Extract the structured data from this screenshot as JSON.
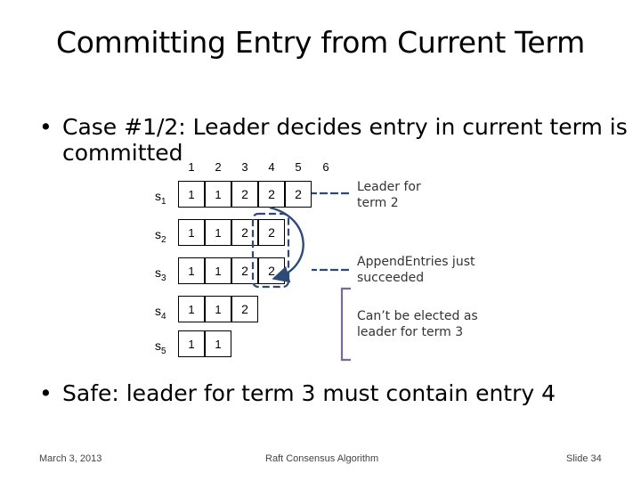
{
  "slide": {
    "title": "Committing Entry from Current Term",
    "bullets": [
      {
        "line1": "Case #1/2: Leader decides entry in current term is",
        "line2": "committed"
      },
      {
        "line1": "Safe: leader for term 3 must contain entry 4"
      }
    ],
    "bullet_char": "•"
  },
  "diagram": {
    "log_indices": [
      "1",
      "2",
      "3",
      "4",
      "5",
      "6"
    ],
    "servers": [
      {
        "base": "s",
        "sub": "1",
        "entries": [
          "1",
          "1",
          "2",
          "2",
          "2"
        ]
      },
      {
        "base": "s",
        "sub": "2",
        "entries": [
          "1",
          "1",
          "2",
          "2"
        ]
      },
      {
        "base": "s",
        "sub": "3",
        "entries": [
          "1",
          "1",
          "2",
          "2"
        ]
      },
      {
        "base": "s",
        "sub": "4",
        "entries": [
          "1",
          "1",
          "2"
        ]
      },
      {
        "base": "s",
        "sub": "5",
        "entries": [
          "1",
          "1"
        ]
      }
    ],
    "annotations": {
      "leader": [
        "Leader for",
        "term 2"
      ],
      "append": [
        "AppendEntries just",
        "succeeded"
      ],
      "cant_elect": [
        "Can’t be elected as",
        "leader for term 3"
      ]
    },
    "colors": {
      "arrow": "#2e4a78",
      "highlight": "#2e4a78",
      "brace": "#7a6a9a",
      "term2_cell": "#ffffff"
    }
  },
  "footer": {
    "date": "March 3, 2013",
    "center": "Raft Consensus Algorithm",
    "slide": "Slide 34"
  }
}
